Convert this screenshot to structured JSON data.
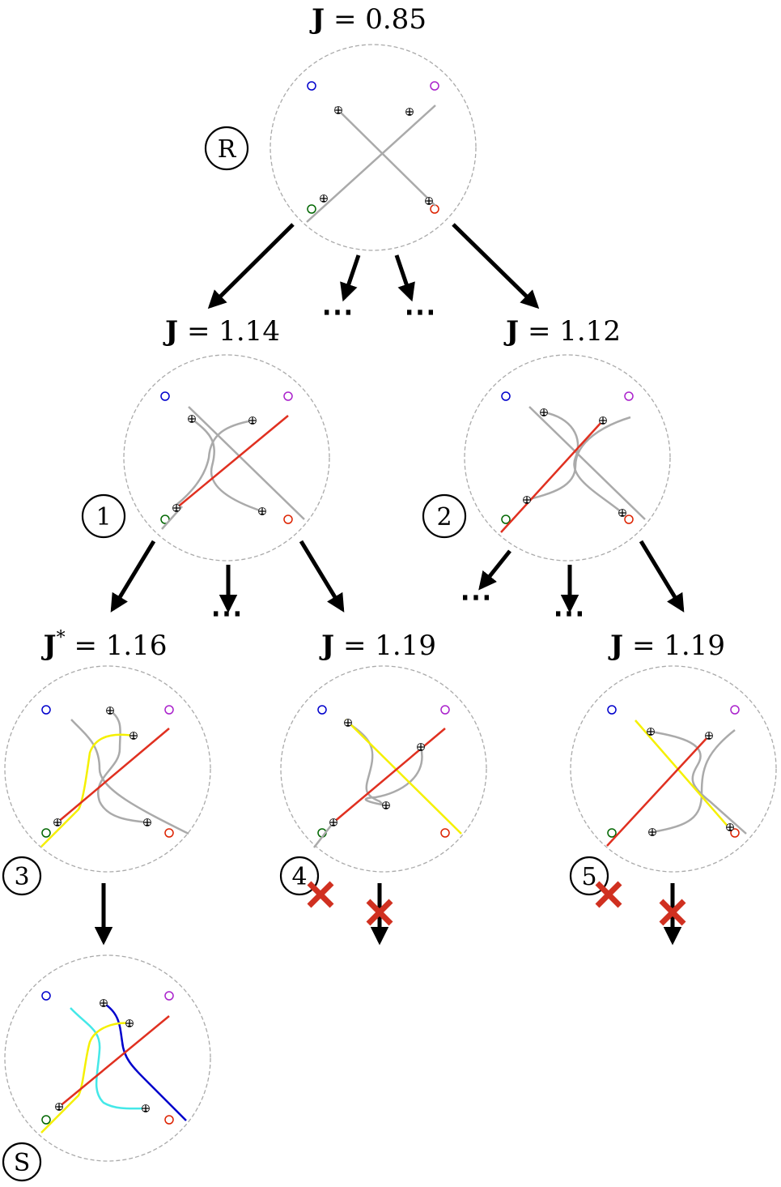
{
  "colors": {
    "blue": "#0000cc",
    "purple": "#aa22cc",
    "green": "#006600",
    "red": "#dd2200",
    "planned_red": "#e03020",
    "yellow": "#f5f000",
    "cyan": "#44e8e8",
    "gray": "#aaaaaa",
    "circle_border": "#aaaaaa",
    "prune_mark": "#d03020",
    "arrow": "#000000"
  },
  "nodes": {
    "root": {
      "cost_prefix": "J",
      "cost_eq": " = 0.85",
      "label": "R"
    },
    "n1": {
      "cost_prefix": "J",
      "cost_eq": " = 1.14",
      "label": "1"
    },
    "n2": {
      "cost_prefix": "J",
      "cost_eq": " = 1.12",
      "label": "2"
    },
    "n3": {
      "cost_prefix": "J",
      "cost_star": "*",
      "cost_eq": " = 1.16",
      "label": "3"
    },
    "n4": {
      "cost_prefix": "J",
      "cost_eq": " = 1.19",
      "label": "4",
      "pruned": true
    },
    "n5": {
      "cost_prefix": "J",
      "cost_eq": " = 1.19",
      "label": "5",
      "pruned": true
    },
    "solution": {
      "label": "S"
    }
  },
  "ellipsis": "⋯",
  "icons": {
    "aircraft": "aircraft-icon",
    "pruned": "cross-mark-icon",
    "goal": "goal-marker-icon"
  }
}
